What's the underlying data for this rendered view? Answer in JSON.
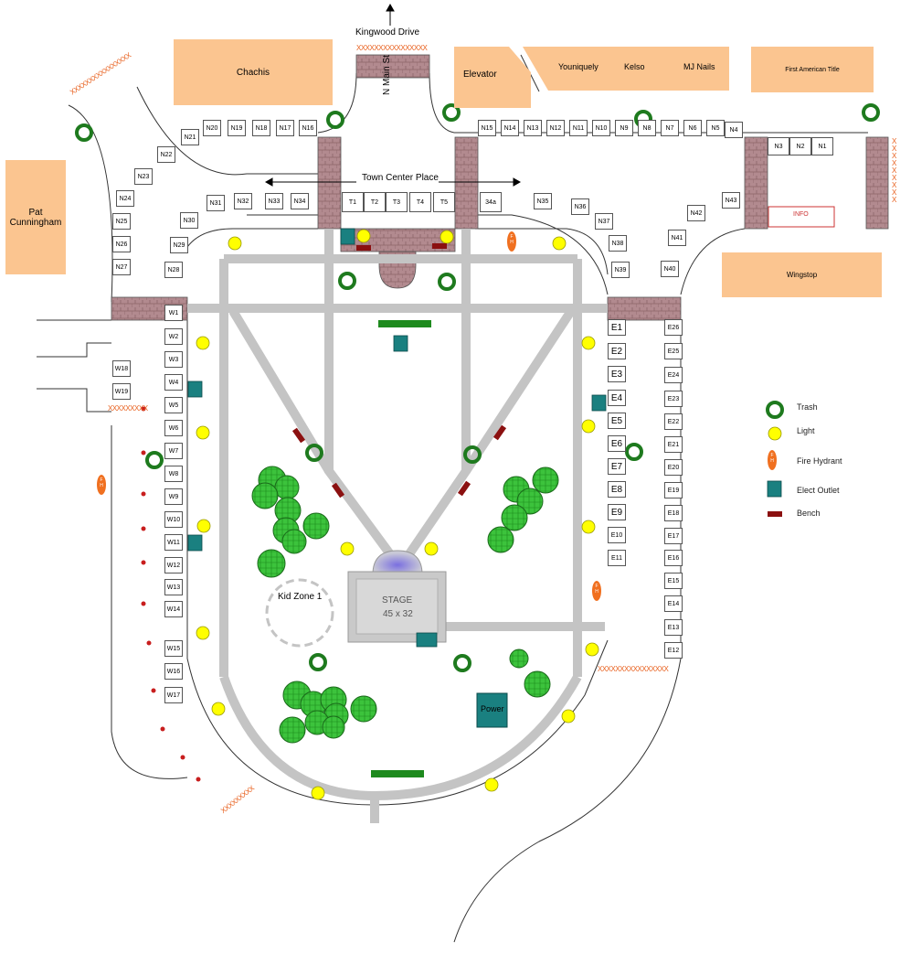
{
  "streets": {
    "kingwood": "Kingwood Drive",
    "main": "N Main St",
    "town_center": "Town Center Place"
  },
  "buildings": {
    "chachis": "Chachis",
    "elevator": "Elevator",
    "youniquely": "Youniquely",
    "kelso": "Kelso",
    "mj_nails": "MJ Nails",
    "first_american": "First American Title",
    "pat": "Pat Cunningham",
    "wingstop": "Wingstop",
    "info": "INFO"
  },
  "stage": {
    "title": "STAGE",
    "size": "45 x 32"
  },
  "kid_zone": "Kid Zone 1",
  "power": "Power",
  "barrier": "XXXXXXXXXXXXXXXX",
  "barrier_short": "XXXXXXXXX",
  "legend": {
    "trash": "Trash",
    "light": "Light",
    "hydrant": "Fire Hydrant",
    "hydrant_glyph": "F H",
    "outlet": "Elect Outlet",
    "bench": "Bench"
  },
  "booths": {
    "n_top": [
      "N20",
      "N19",
      "N18",
      "N17",
      "N16",
      "N15",
      "N14",
      "N13",
      "N12",
      "N11",
      "N10",
      "N9",
      "N8",
      "N7",
      "N6",
      "N5",
      "N4"
    ],
    "n_diag": [
      "N21",
      "N22",
      "N23",
      "N24",
      "N25",
      "N26",
      "N27"
    ],
    "n_mid": [
      "N31",
      "N32",
      "N33",
      "N34",
      "N30",
      "N29",
      "N28"
    ],
    "t": [
      "T1",
      "T2",
      "T3",
      "T4",
      "T5",
      "34a"
    ],
    "n_right": [
      "N35",
      "N36",
      "N37",
      "N38",
      "N39",
      "N40",
      "N41",
      "N42",
      "N43"
    ],
    "n_info": [
      "N3",
      "N2",
      "N1"
    ],
    "w_outer": [
      "W18",
      "W19"
    ],
    "w": [
      "W1",
      "W2",
      "W3",
      "W4",
      "W5",
      "W6",
      "W7",
      "W8",
      "W9",
      "W10",
      "W11",
      "W12",
      "W13",
      "W14",
      "W15",
      "W16",
      "W17"
    ],
    "e": [
      "E1",
      "E2",
      "E3",
      "E4",
      "E5",
      "E6",
      "E7",
      "E8",
      "E9",
      "E10",
      "E11"
    ],
    "e_outer": [
      "E26",
      "E25",
      "E24",
      "E23",
      "E22",
      "E21",
      "E20",
      "E19",
      "E18",
      "E17",
      "E16",
      "E15",
      "E14",
      "E13",
      "E12"
    ]
  }
}
